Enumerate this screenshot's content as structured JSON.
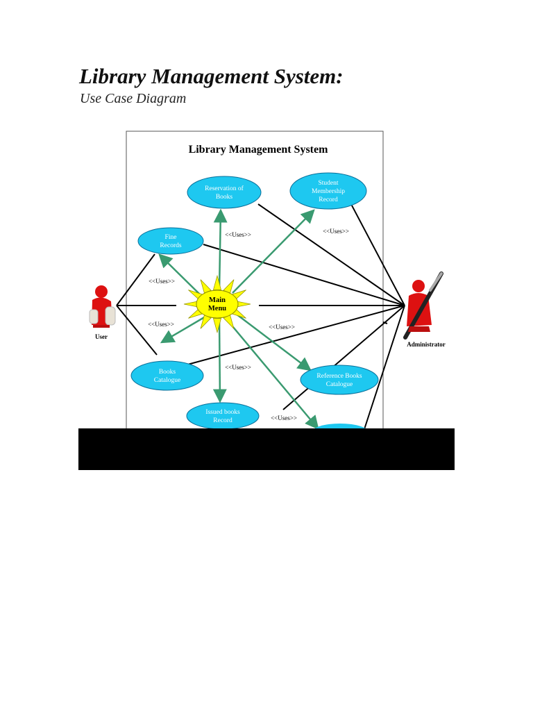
{
  "document": {
    "title": "Library Management System:",
    "subtitle": "Use Case Diagram"
  },
  "diagram": {
    "system_title": "Library Management System",
    "center": {
      "id": "main",
      "lines": [
        "Main",
        "Menu"
      ]
    },
    "actors": [
      {
        "id": "user",
        "label": "User"
      },
      {
        "id": "admin",
        "label": "Administrator"
      }
    ],
    "use_cases": [
      {
        "id": "reservation",
        "lines": [
          "Reservation of",
          "Books"
        ]
      },
      {
        "id": "student",
        "lines": [
          "Student",
          "Membership",
          "Record"
        ]
      },
      {
        "id": "fine",
        "lines": [
          "Fine",
          "Records"
        ]
      },
      {
        "id": "books",
        "lines": [
          "Books",
          "Catalogue"
        ]
      },
      {
        "id": "reference",
        "lines": [
          "Reference Books",
          "Catalogue"
        ]
      },
      {
        "id": "issued",
        "lines": [
          "Issued books",
          "Record"
        ]
      }
    ],
    "uses_label": "<<Uses>>",
    "colors": {
      "usecase_fill": "#1ec8f0",
      "center_fill": "#ffff00",
      "uses_arrow": "#3a9a70",
      "association": "#000000",
      "actor": "#dd1111"
    }
  }
}
